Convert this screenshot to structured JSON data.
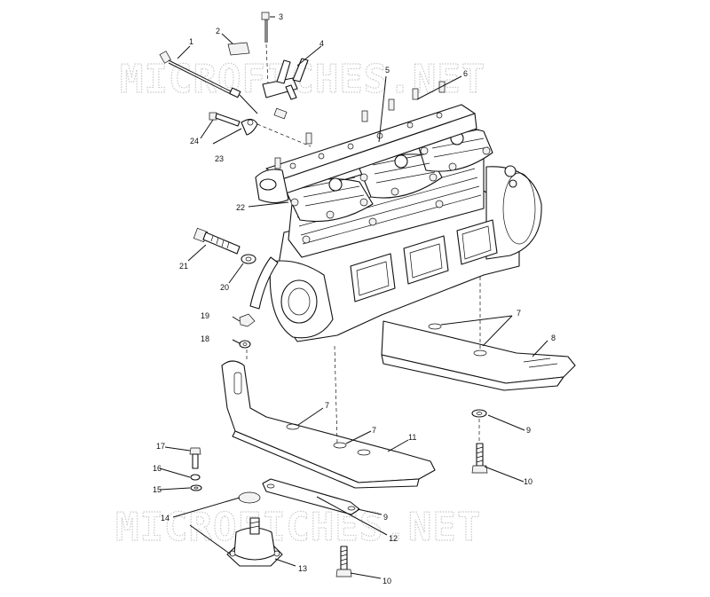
{
  "watermark": {
    "text": "MICROFICHES.NET",
    "color": "#c9c9c9"
  },
  "callouts": {
    "c1": "1",
    "c2": "2",
    "c3": "3",
    "c4": "4",
    "c5": "5",
    "c6": "6",
    "c7a": "7",
    "c7b": "7",
    "c7c": "7",
    "c8": "8",
    "c9a": "9",
    "c9b": "9",
    "c10a": "10",
    "c10b": "10",
    "c11": "11",
    "c12": "12",
    "c13": "13",
    "c14": "14",
    "c15": "15",
    "c16": "16",
    "c17": "17",
    "c18": "18",
    "c19": "19",
    "c20": "20",
    "c21": "21",
    "c22": "22",
    "c23": "23",
    "c24": "24"
  },
  "colors": {
    "ink": "#111111",
    "paper": "#ffffff"
  }
}
